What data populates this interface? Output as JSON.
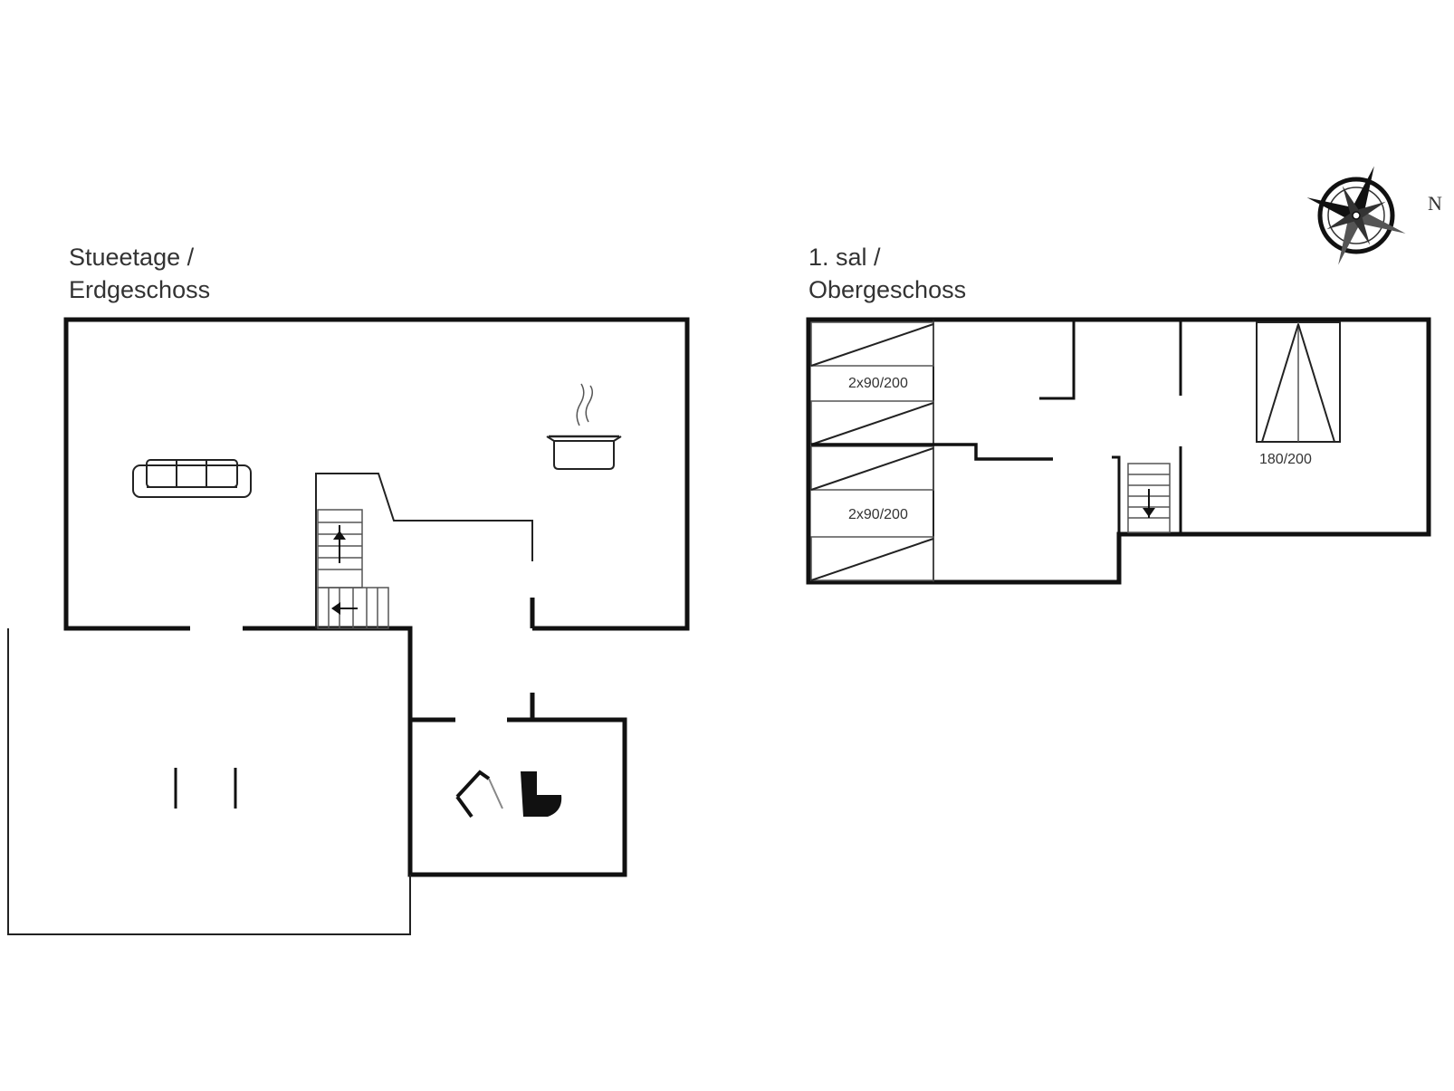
{
  "ground_floor": {
    "title_line1": "Stueetage /",
    "title_line2": "Erdgeschoss"
  },
  "upper_floor": {
    "title_line1": "1. sal /",
    "title_line2": "Obergeschoss",
    "bed_label_top": "2x90/200",
    "bed_label_bottom": "2x90/200",
    "bed_label_double": "180/200"
  },
  "compass": {
    "north_label": "N"
  }
}
